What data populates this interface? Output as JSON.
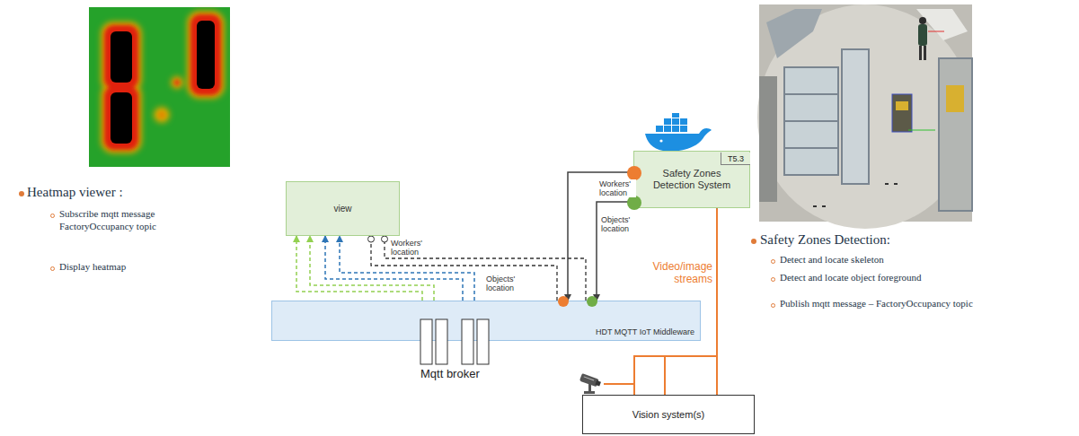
{
  "diagram": {
    "nodes": [
      {
        "text": [
          "view"
        ]
      },
      {
        "text": [
          "Safety Zones Detection System"
        ]
      },
      {
        "text": [
          "T5.3"
        ],
        "in": 1
      },
      {
        "text": [
          "HDT MQTT IoT Middleware"
        ]
      },
      {
        "text": [
          "Vision system(s)"
        ]
      }
    ],
    "edges": [
      {
        "from": 1,
        "to": 3,
        "arrow": "to",
        "label": "Workers' location"
      },
      {
        "from": 1,
        "to": 3,
        "arrow": "to",
        "label": "Objects' location"
      },
      {
        "from": 3,
        "to": 0,
        "arrow": "none",
        "label": "Workers' location"
      },
      {
        "from": 3,
        "to": 0,
        "arrow": "none",
        "label": "Objects' location"
      },
      {
        "from": 3,
        "to": 0,
        "arrow": "to"
      },
      {
        "from": 3,
        "to": 0,
        "arrow": "to"
      },
      {
        "from": 3,
        "to": 0,
        "arrow": "to"
      },
      {
        "from": 3,
        "to": 0,
        "arrow": "to"
      },
      {
        "from": 4,
        "to": 1,
        "arrow": "none",
        "label": "Video/image streams"
      }
    ],
    "labels": [
      "Heatmap viewer :",
      "Subscribe mqtt message FactoryOccupancy topic",
      "Display heatmap",
      "Mqtt broker",
      "Safety Zones Detection:",
      "Detect and locate skeleton",
      "Detect and locate object foreground",
      "Publish mqtt message – FactoryOccupancy topic"
    ]
  }
}
